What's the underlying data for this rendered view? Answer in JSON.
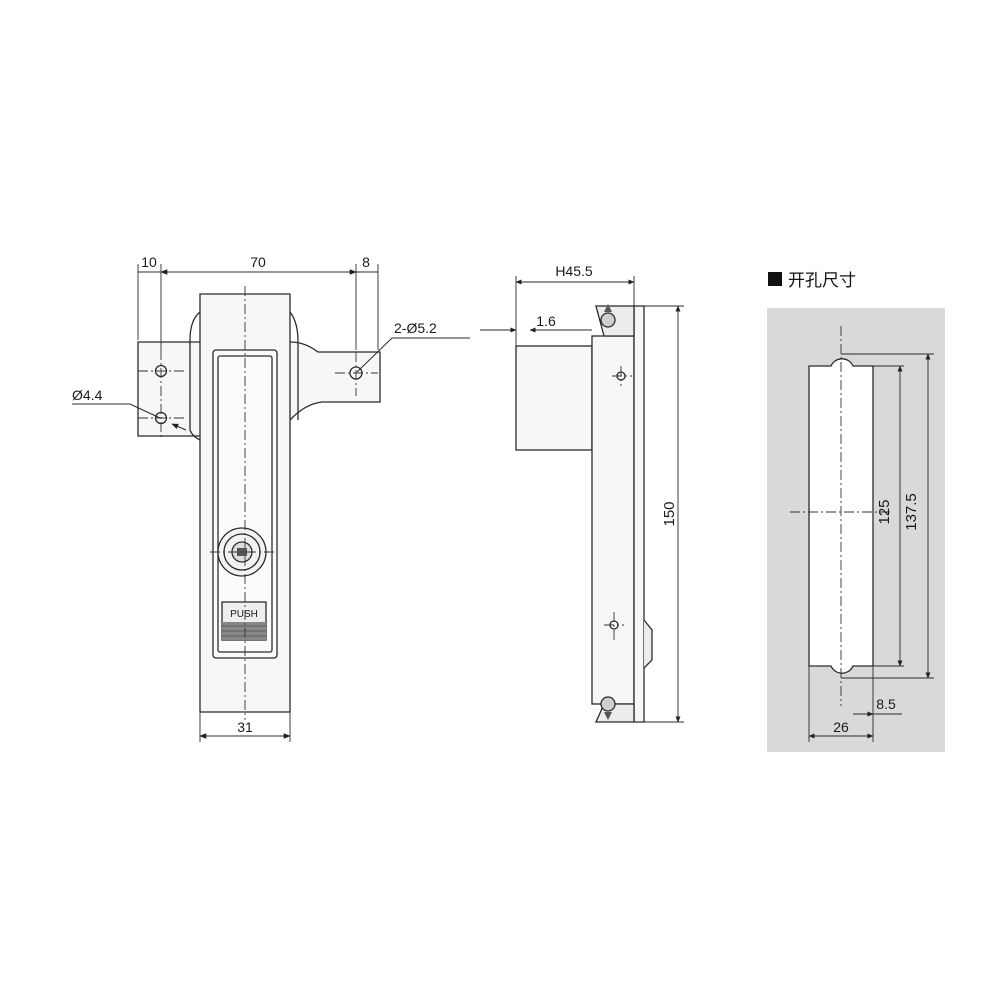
{
  "front_view": {
    "dim_left_flange": "10",
    "dim_hole_pitch": "70",
    "dim_right_flange": "8",
    "dim_hole_small": "Ø4.4",
    "dim_hole_large": "2-Ø5.2",
    "dim_width": "31",
    "push_label": "PUSH"
  },
  "side_view": {
    "dim_depth": "H45.5",
    "dim_thickness": "1.6",
    "dim_height": "150"
  },
  "cutout": {
    "title": "开孔尺寸",
    "dim_inner_length": "125",
    "dim_outer_length": "137.5",
    "dim_width": "26",
    "dim_notch": "8.5"
  },
  "colors": {
    "line": "#2b2b2b",
    "part_fill": "#f7f7f7",
    "cutout_bg": "#d9d9d9",
    "centerline": "#333333"
  }
}
